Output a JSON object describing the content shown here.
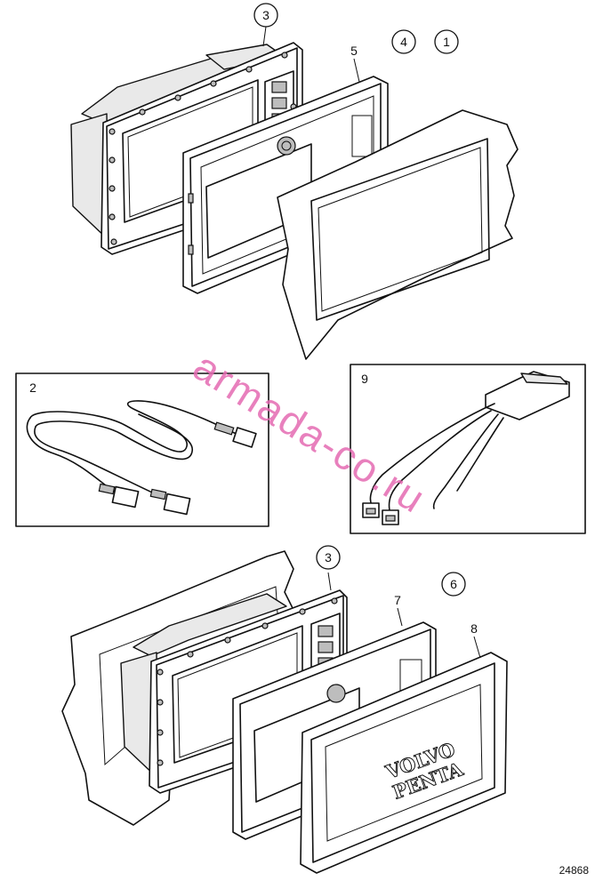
{
  "callouts": {
    "c1": "1",
    "c2": "2",
    "c3_top": "3",
    "c3_bottom": "3",
    "c4": "4",
    "c5": "5",
    "c6": "6",
    "c7": "7",
    "c8": "8",
    "c9": "9"
  },
  "cover_brand": {
    "line1": "VOLVO",
    "line2": "PENTA"
  },
  "watermark": "armada-co.ru",
  "figure_number": "24868",
  "colors": {
    "line": "#111111",
    "watermark": "#e56bb2"
  }
}
